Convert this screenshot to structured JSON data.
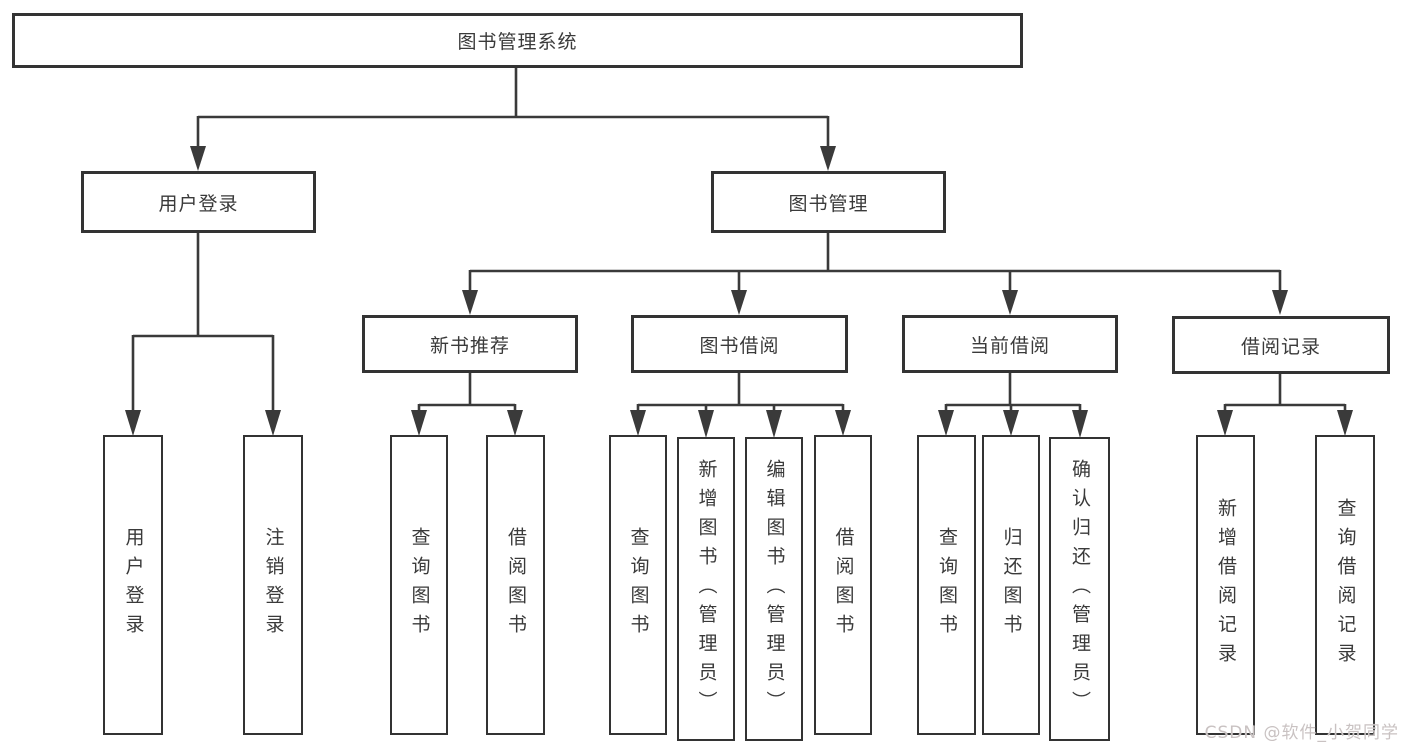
{
  "tree": {
    "label": "图书管理系统",
    "children": [
      {
        "label": "用户登录",
        "children": [
          {
            "label": "用户登录"
          },
          {
            "label": "注销登录"
          }
        ]
      },
      {
        "label": "图书管理",
        "children": [
          {
            "label": "新书推荐",
            "children": [
              {
                "label": "查询图书"
              },
              {
                "label": "借阅图书"
              }
            ]
          },
          {
            "label": "图书借阅",
            "children": [
              {
                "label": "查询图书"
              },
              {
                "label": "新增图书（管理员）"
              },
              {
                "label": "编辑图书（管理员）"
              },
              {
                "label": "借阅图书"
              }
            ]
          },
          {
            "label": "当前借阅",
            "children": [
              {
                "label": "查询图书"
              },
              {
                "label": "归还图书"
              },
              {
                "label": "确认归还（管理员）"
              }
            ]
          },
          {
            "label": "借阅记录",
            "children": [
              {
                "label": "新增借阅记录"
              },
              {
                "label": "查询借阅记录"
              }
            ]
          }
        ]
      }
    ]
  },
  "watermark": {
    "text": "CSDN @软件_小贺同学"
  },
  "colors": {
    "line": "#3a3a3a",
    "border": "#333333",
    "text": "#3a3a3a",
    "box_fill": "#ffffff",
    "background": "#ffffff",
    "watermark": "#c9c2c2"
  }
}
